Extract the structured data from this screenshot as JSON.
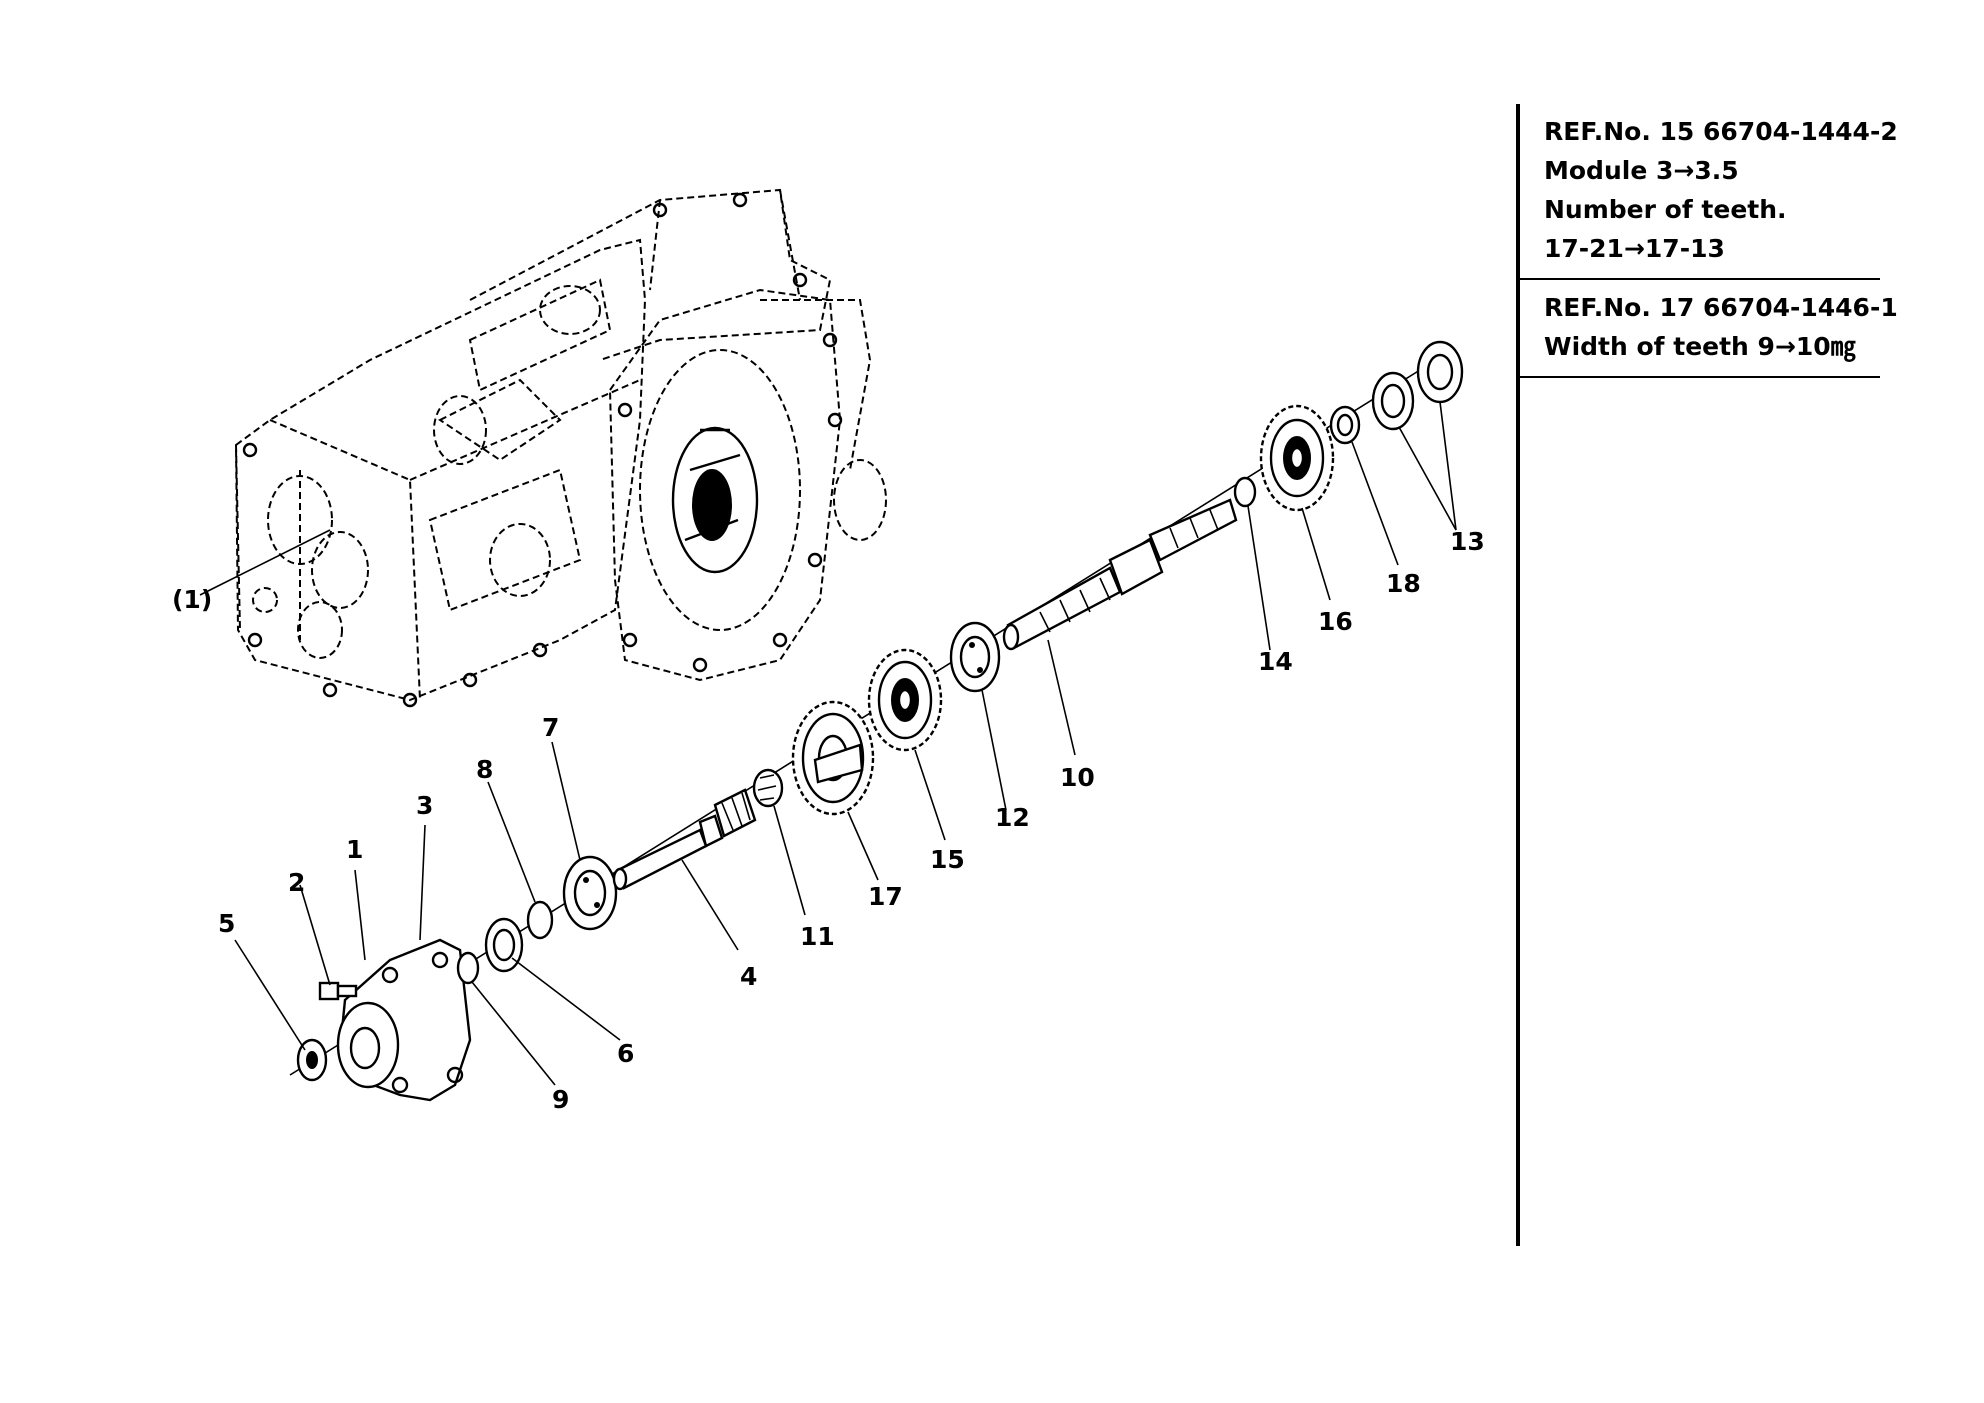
{
  "notes": [
    {
      "lines": [
        "REF.No. 15 66704-1444-2",
        "Module 3→3.5",
        "Number of teeth.",
        "17-21→17-13"
      ]
    },
    {
      "lines": [
        "REF.No. 17 66704-1446-1",
        "Width of teeth 9→10㎎"
      ]
    }
  ],
  "callouts": [
    "(1)",
    "1",
    "2",
    "3",
    "4",
    "5",
    "6",
    "7",
    "8",
    "9",
    "10",
    "11",
    "12",
    "13",
    "14",
    "15",
    "16",
    "17",
    "18"
  ]
}
